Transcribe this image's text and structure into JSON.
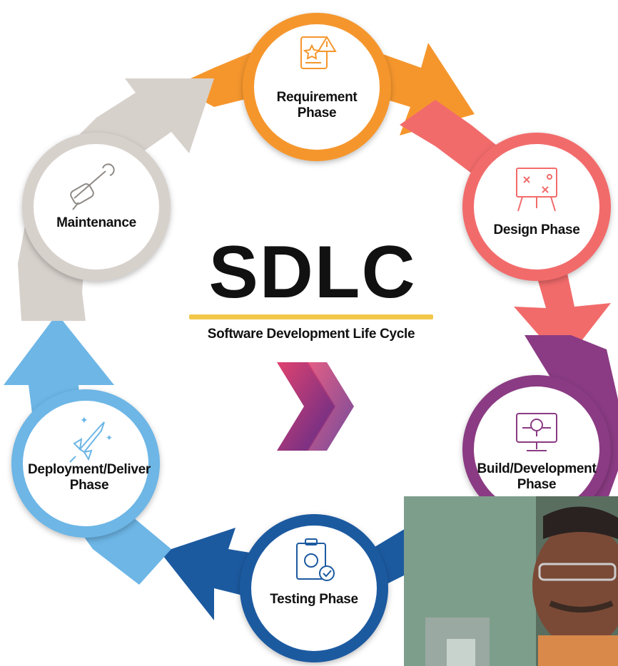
{
  "center": {
    "title": "SDLC",
    "subtitle": "Software Development Life Cycle"
  },
  "phases": [
    {
      "key": "requirement",
      "line1": "Requirement",
      "line2": "Phase",
      "color": "#f5962d",
      "icon": "requirements-document-icon"
    },
    {
      "key": "design",
      "line1": "Design Phase",
      "line2": "",
      "color": "#f26b6b",
      "icon": "design-board-icon"
    },
    {
      "key": "build",
      "line1": "Build/Development",
      "line2": "Phase",
      "color": "#8a3b83",
      "icon": "code-monitor-icon"
    },
    {
      "key": "testing",
      "line1": "Testing Phase",
      "line2": "",
      "color": "#1c5aa0",
      "icon": "test-clipboard-icon"
    },
    {
      "key": "deployment",
      "line1": "Deployment/Deliver",
      "line2": "Phase",
      "color": "#6db6e6",
      "icon": "rocket-icon"
    },
    {
      "key": "maintenance",
      "line1": "Maintenance",
      "line2": "",
      "color": "#d7d1cc",
      "icon": "wrench-hand-icon"
    }
  ],
  "chevron_icon": "chevron-right-icon",
  "overlay": {
    "type": "webcam-feed",
    "icon": "presenter-video"
  }
}
